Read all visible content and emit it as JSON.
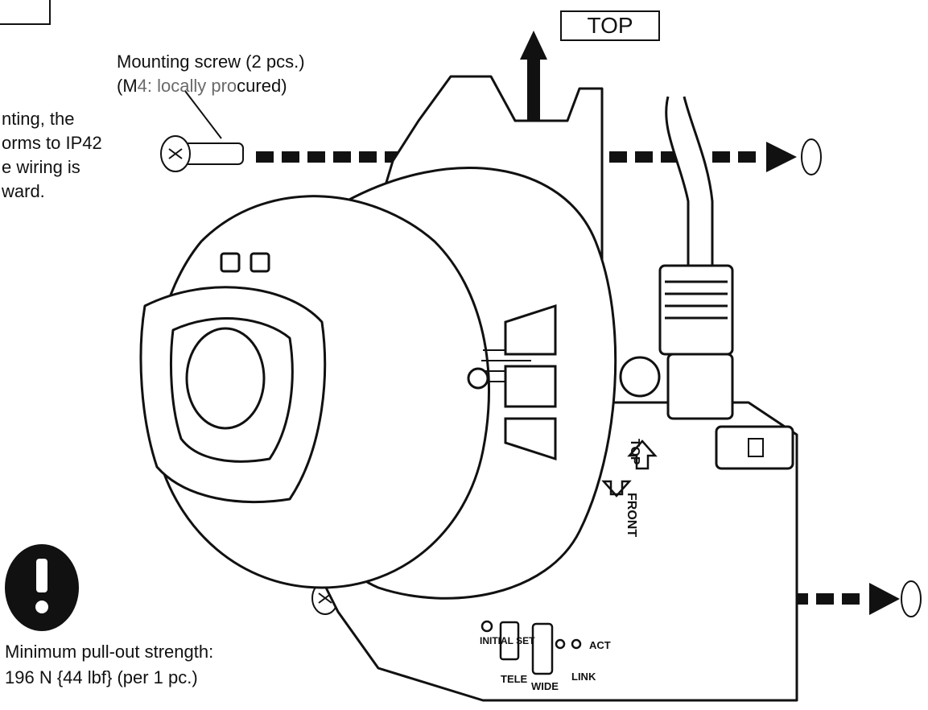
{
  "top_label": "TOP",
  "screw_caption": {
    "line1": "Mounting screw (2 pcs.)",
    "line2_prefix": "(M",
    "line2_gray": "4: locally pro",
    "line2_suffix": "cured)"
  },
  "side_note_lines": [
    "nting, the",
    "orms to IP42",
    "e wiring is",
    "ward."
  ],
  "warning": {
    "icon": "exclamation-icon",
    "line1": "Minimum pull-out strength:",
    "line2": "196 N {44 lbf} (per 1 pc.)"
  },
  "body_labels": {
    "top_mark": "TOP",
    "front_mark": "FRONT",
    "initial_set": "INITIAL SET",
    "tele": "TELE",
    "wide": "WIDE",
    "act": "ACT",
    "link": "LINK"
  },
  "colors": {
    "ink": "#111111",
    "caption_gray": "#6a6a6a"
  }
}
